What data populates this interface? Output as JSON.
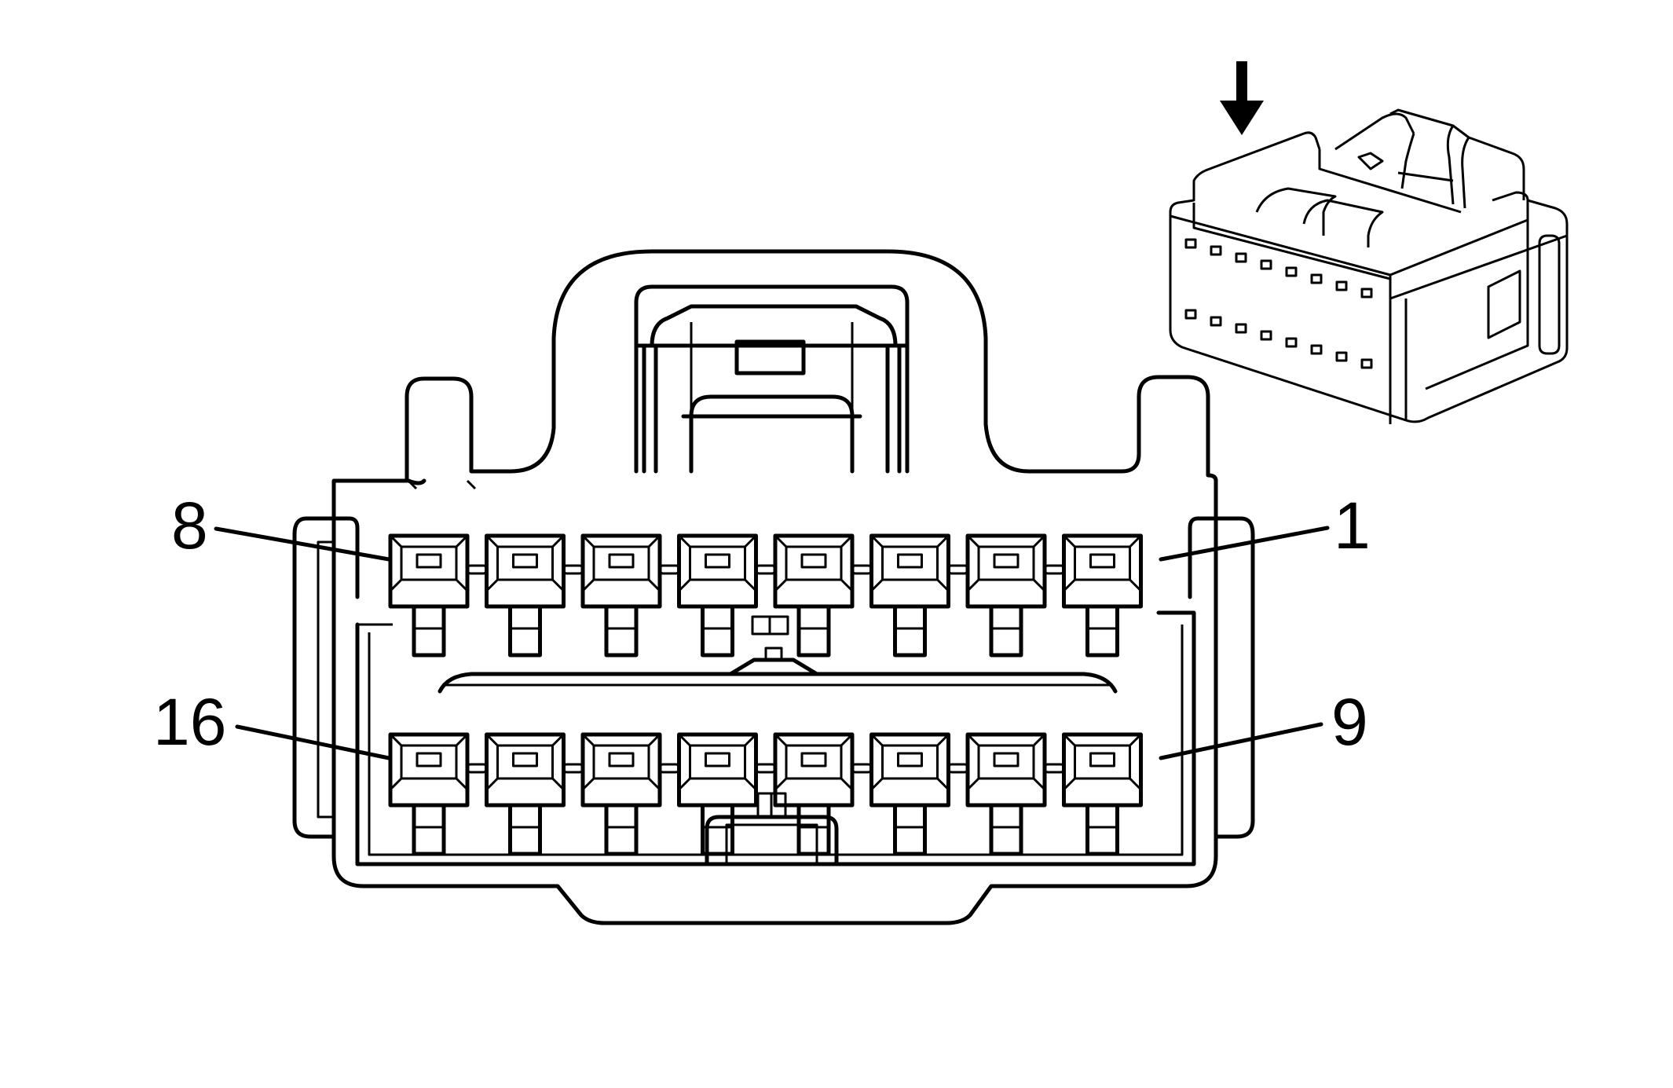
{
  "pin_labels": {
    "top_left": "8",
    "top_right": "1",
    "bottom_left": "16",
    "bottom_right": "9"
  },
  "connector": {
    "rows": 2,
    "cavities_per_row": 8,
    "inset_view_indicator": "down-arrow-icon"
  }
}
